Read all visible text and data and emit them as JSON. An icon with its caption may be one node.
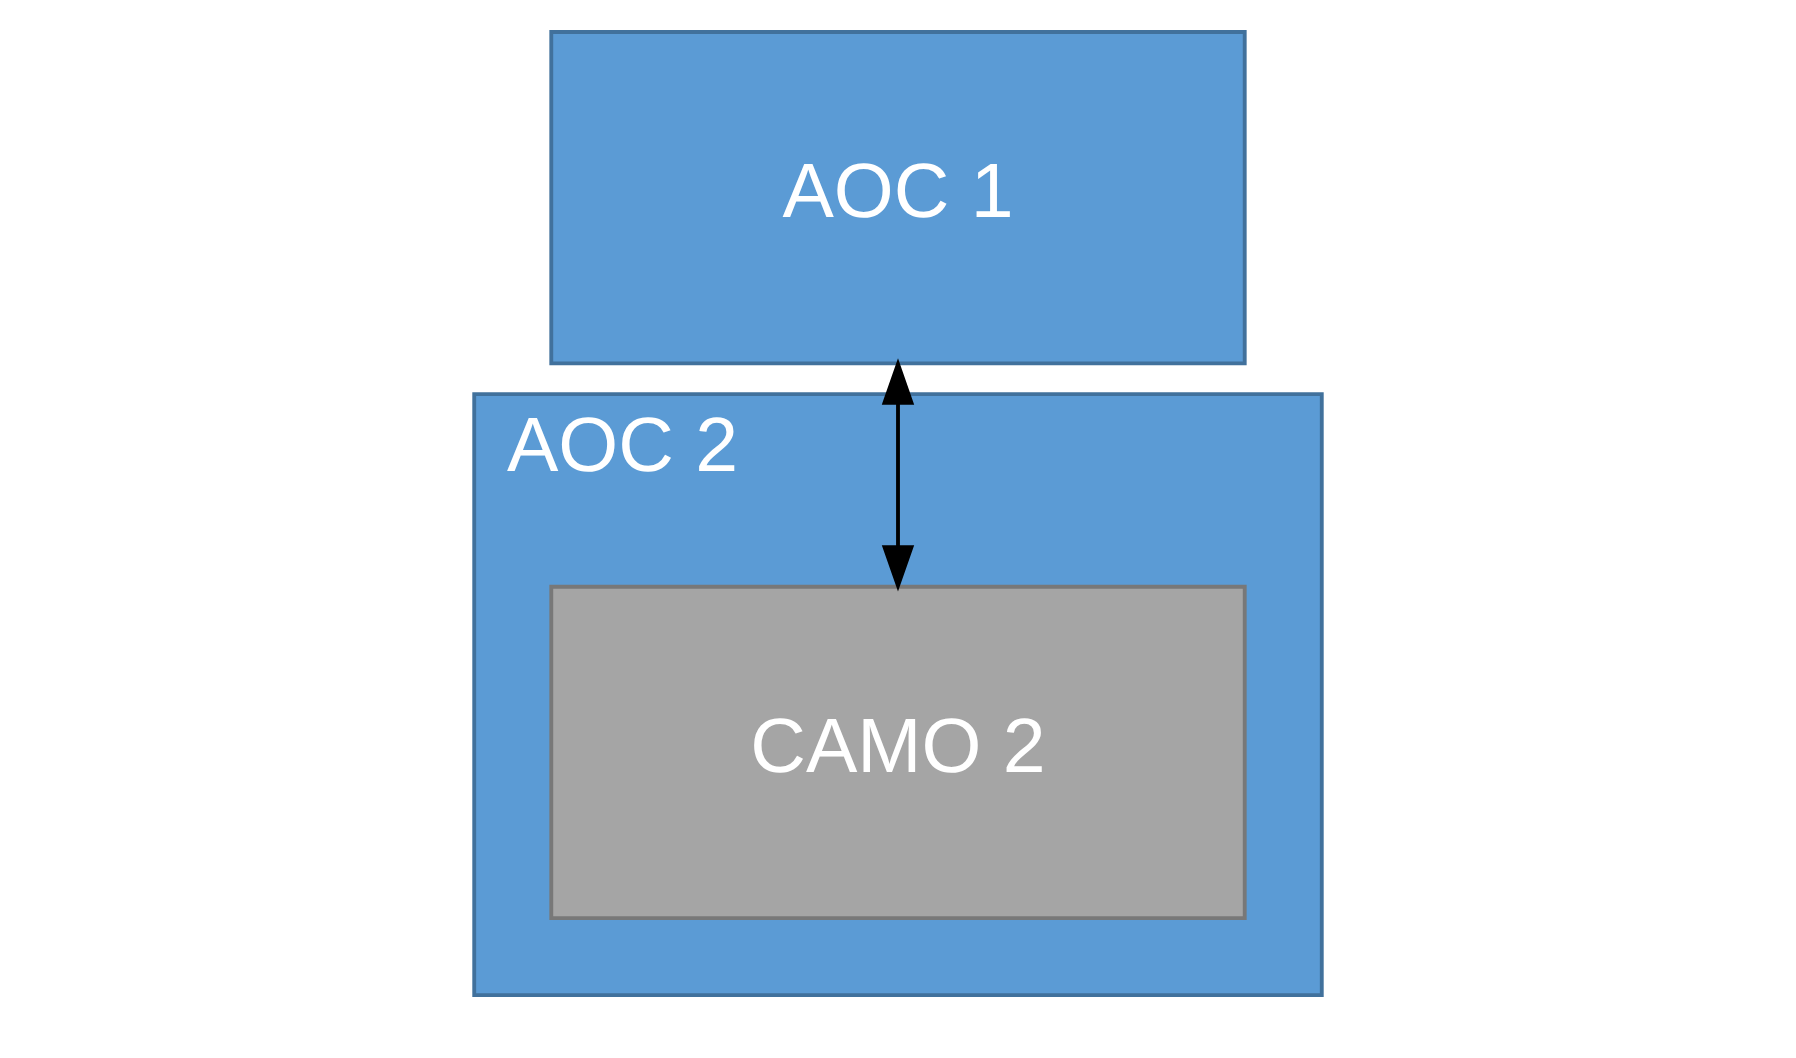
{
  "diagram": {
    "nodes": [
      {
        "text": [
          "AOC 1"
        ]
      },
      {
        "text": [
          "AOC 2"
        ]
      },
      {
        "text": [
          "CAMO 2"
        ],
        "in": 1
      }
    ],
    "edges": [
      {
        "from": 0,
        "to": 2,
        "arrow": "both"
      }
    ]
  }
}
